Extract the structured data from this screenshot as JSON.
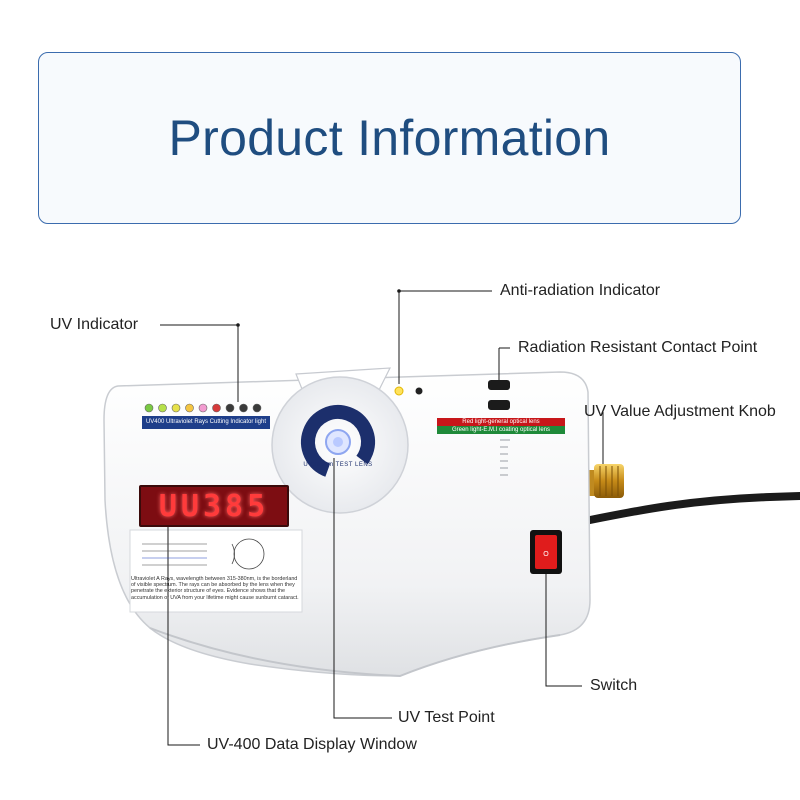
{
  "title": "Product Information",
  "labels": {
    "anti_radiation": "Anti-radiation Indicator",
    "uv_indicator": "UV Indicator",
    "contact_point": "Radiation Resistant Contact Point",
    "adjust_knob": "UV Value Adjustment Knob",
    "switch": "Switch",
    "test_point": "UV Test Point",
    "display_window": "UV-400 Data Display Window"
  },
  "device": {
    "indicator_strip_text": "UV400 Ultraviolet Rays Cutting Indicator light",
    "display_value": "UU385",
    "lens_ring_text": "UV385nm TEST LENS",
    "red_light_text": "Red light-general optical lens",
    "green_light_text": "Green light-E.M.I coating optical lens",
    "info_paragraph": "Ultraviolet A Rays, wavelength between 315-380nm, is the borderland of visible spectrum. The rays can be absorbed by the lens when they penetrate the exterior structure of eyes. Evidence shows that the accumulation of UVA from your lifetime might cause sunburnt cataract."
  },
  "colors": {
    "accent": "#1f4d80",
    "title_border": "#3b6cae",
    "display_red": "#ff3b3b",
    "strip_blue": "#1e3e8a",
    "led_colors": [
      "#7ac943",
      "#b6e04a",
      "#e6e14a",
      "#f4c542",
      "#f29bd0",
      "#d63a3a",
      "#3a3a3a",
      "#3a3a3a",
      "#3a3a3a"
    ]
  }
}
